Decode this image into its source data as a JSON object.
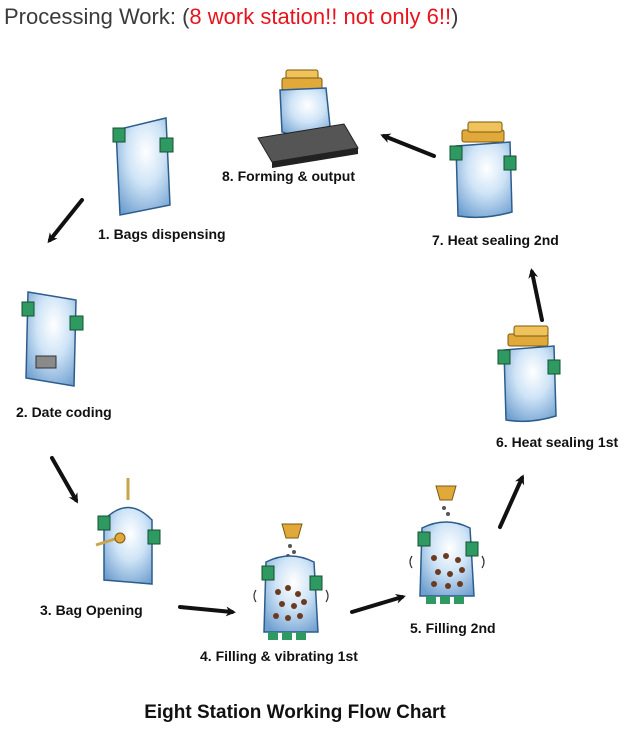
{
  "header": {
    "prefix": "Processing Work: (",
    "highlight": "8 work station!! not only 6!!",
    "suffix": ")"
  },
  "stations": [
    {
      "label": "1. Bags dispensing"
    },
    {
      "label": "2. Date coding"
    },
    {
      "label": "3. Bag Opening"
    },
    {
      "label": "4. Filling & vibrating 1st"
    },
    {
      "label": "5. Filling 2nd"
    },
    {
      "label": "6. Heat sealing 1st"
    },
    {
      "label": "7. Heat sealing 2nd"
    },
    {
      "label": "8. Forming & output"
    }
  ],
  "caption": "Eight Station Working Flow Chart",
  "colors": {
    "bag": "#bcd9f3",
    "bag_edge": "#2c5d8c",
    "clamp": "#2e9a62",
    "sealer": "#e1a93a",
    "arrow": "#111111",
    "header_highlight": "#e8141c"
  }
}
